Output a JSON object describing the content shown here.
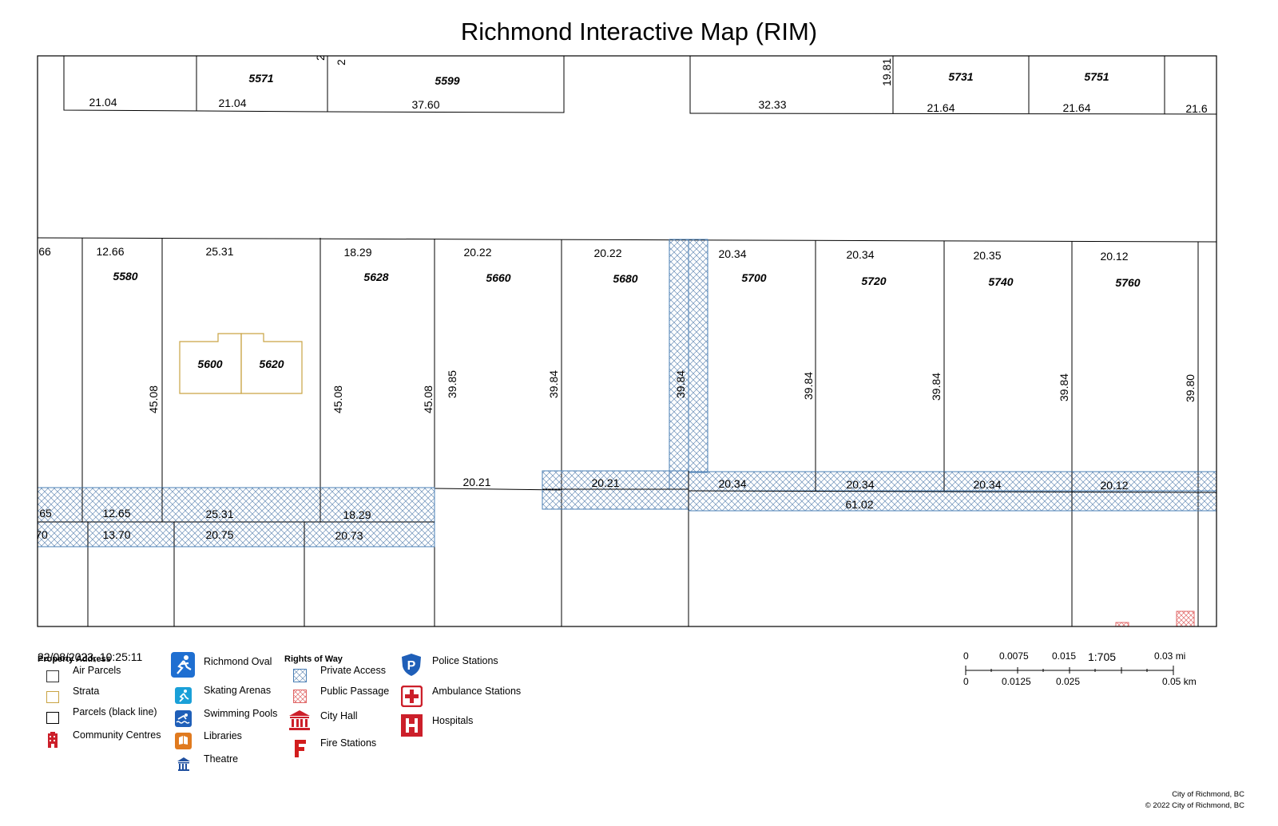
{
  "title": "Richmond Interactive Map (RIM)",
  "timestamp": "22/08/2023, 10:25:11",
  "scale_ratio": "1:705",
  "parcels": {
    "top_addresses": [
      "5571",
      "5599",
      "5731",
      "5751"
    ],
    "top_frontages": [
      "21.04",
      "21.04",
      "37.60",
      "32.33",
      "21.64",
      "21.64",
      "21.6"
    ],
    "top_side": [
      "19.81",
      "2",
      "2"
    ],
    "main_addresses": [
      "5580",
      "5628",
      "5660",
      "5680",
      "5700",
      "5720",
      "5740",
      "5760"
    ],
    "strata_addresses": [
      "5600",
      "5620"
    ],
    "main_frontages": [
      "66",
      "12.66",
      "25.31",
      "18.29",
      "20.22",
      "20.22",
      "20.34",
      "20.34",
      "20.35",
      "20.12"
    ],
    "main_depths": [
      "45.08",
      "45.08",
      "45.08",
      "39.85",
      "39.84",
      "39.84",
      "39.84",
      "39.84",
      "39.84",
      "39.80"
    ],
    "lane_labels": [
      "65",
      "12.65",
      "25.31",
      "18.29",
      "20.21",
      "20.21",
      "20.34",
      "20.34",
      "20.34",
      "20.12",
      "61.02"
    ],
    "bottom_labels": [
      "70",
      "13.70",
      "20.75",
      "20.73"
    ]
  },
  "legend": {
    "property_address": {
      "heading": "Property Address",
      "items": [
        "Air Parcels",
        "Strata",
        "Parcels (black line)",
        "Community Centres"
      ]
    },
    "facilities": {
      "items": [
        "Richmond Oval",
        "Skating Arenas",
        "Swimming Pools",
        "Libraries",
        "Theatre"
      ]
    },
    "rights_of_way": {
      "heading": "Rights of Way",
      "items": [
        "Private Access",
        "Public Passage",
        "City Hall",
        "Fire Stations"
      ]
    },
    "services": {
      "items": [
        "Police Stations",
        "Ambulance Stations",
        "Hospitals"
      ]
    }
  },
  "scalebar": {
    "miles": [
      "0",
      "0.0075",
      "0.015",
      "0.03 mi"
    ],
    "km": [
      "0",
      "0.0125",
      "0.025",
      "0.05 km"
    ]
  },
  "credits": [
    "City of Richmond, BC",
    "© 2022 City of Richmond, BC"
  ],
  "colors": {
    "hatch": "#4a7fb5",
    "strata": "#c9a444",
    "public_passage": "#e06666",
    "icon_blue": "#1f6fd1",
    "icon_red": "#cc1f2a"
  }
}
